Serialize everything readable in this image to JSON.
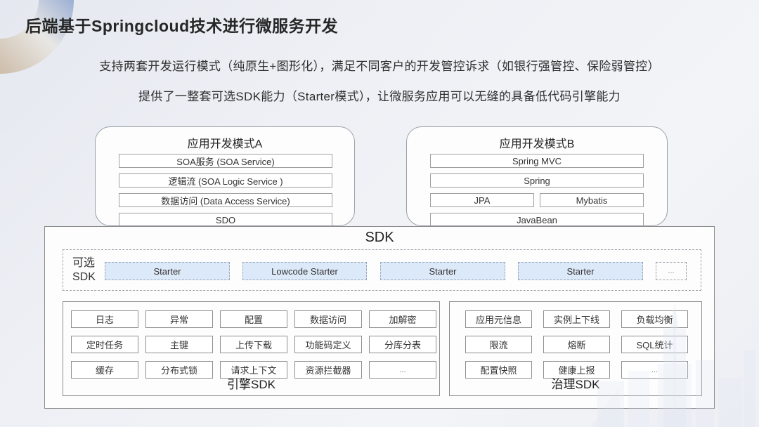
{
  "slide": {
    "title": "后端基于Springcloud技术进行微服务开发",
    "subtitle1": "支持两套开发运行模式（纯原生+图形化），满足不同客户的开发管控诉求（如银行强管控、保险弱管控）",
    "subtitle2": "提供了一整套可选SDK能力（Starter模式），让微服务应用可以无缝的具备低代码引擎能力"
  },
  "mode_a": {
    "title": "应用开发模式A",
    "rows": [
      "SOA服务 (SOA Service)",
      "逻辑流 (SOA Logic Service )",
      "数据访问 (Data Access Service)",
      "SDO"
    ]
  },
  "mode_b": {
    "title": "应用开发模式B",
    "row1": "Spring MVC",
    "row2": "Spring",
    "row3_left": "JPA",
    "row3_right": "Mybatis",
    "row4": "JavaBean"
  },
  "sdk": {
    "label": "SDK",
    "optional_label_line1": "可选",
    "optional_label_line2": "SDK",
    "starters": [
      "Starter",
      "Lowcode Starter",
      "Starter",
      "Starter",
      "..."
    ],
    "engine_label": "引擎SDK",
    "engine_items": [
      "日志",
      "异常",
      "配置",
      "数据访问",
      "加解密",
      "定时任务",
      "主键",
      "上传下载",
      "功能码定义",
      "分库分表",
      "缓存",
      "分布式锁",
      "请求上下文",
      "资源拦截器",
      "..."
    ],
    "governance_label": "治理SDK",
    "governance_items": [
      "应用元信息",
      "实例上下线",
      "负载均衡",
      "限流",
      "熔断",
      "SQL统计",
      "配置快照",
      "健康上报",
      "..."
    ]
  },
  "colors": {
    "background_top": "#e5e8f0",
    "background_bottom": "#f3f4f7",
    "panel_background": "#fdfdfd",
    "panel_border": "#8c8c8c",
    "dashed_border": "#9aa0a8",
    "starter_fill": "#dce9f8",
    "starter_border": "#98a6bf",
    "title_text": "#262626",
    "body_text": "#333333",
    "swoosh_blue": "#8ea5cf",
    "swoosh_tan": "#c8b59c",
    "watermark_blue": "#dde4f0"
  }
}
